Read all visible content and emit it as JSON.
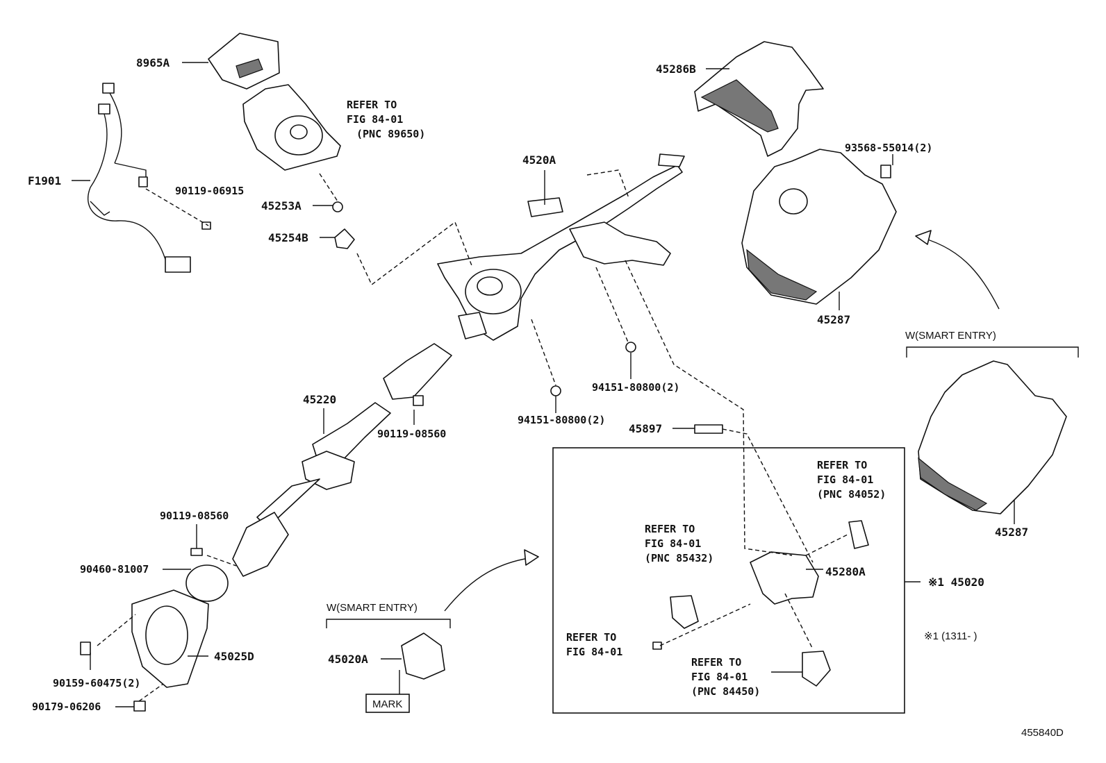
{
  "diagram_id": "455840D",
  "labels": {
    "p8965A": "8965A",
    "p45286B": "45286B",
    "p4520A": "4520A",
    "pF1901": "F1901",
    "p90119_06915": "90119-06915",
    "p45253A": "45253A",
    "p45254B": "45254B",
    "p93568": "93568-55014(2)",
    "p45287_a": "45287",
    "p45287_b": "45287",
    "p45220": "45220",
    "p90119_08560_a": "90119-08560",
    "p90119_08560_b": "90119-08560",
    "p94151_a": "94151-80800(2)",
    "p94151_b": "94151-80800(2)",
    "p45897": "45897",
    "p90460": "90460-81007",
    "p45025D": "45025D",
    "p90159": "90159-60475(2)",
    "p90179": "90179-06206",
    "p45020A": "45020A",
    "p45280A": "45280A",
    "p45020": "※1 45020",
    "note_1311": "※1 (1311-     )"
  },
  "refs": {
    "r89650": {
      "l1": "REFER TO",
      "l2": "FIG 84-01",
      "l3": "(PNC 89650)"
    },
    "r84052": {
      "l1": "REFER TO",
      "l2": "FIG 84-01",
      "l3": "(PNC 84052)"
    },
    "r85432": {
      "l1": "REFER TO",
      "l2": "FIG 84-01",
      "l3": "(PNC 85432)"
    },
    "r_plain": {
      "l1": "REFER TO",
      "l2": "FIG 84-01"
    },
    "r84450": {
      "l1": "REFER TO",
      "l2": "FIG 84-01",
      "l3": "(PNC 84450)"
    }
  },
  "captions": {
    "smart_entry_right": "W(SMART ENTRY)",
    "smart_entry_bottom": "W(SMART ENTRY)",
    "mark_box": "MARK"
  }
}
